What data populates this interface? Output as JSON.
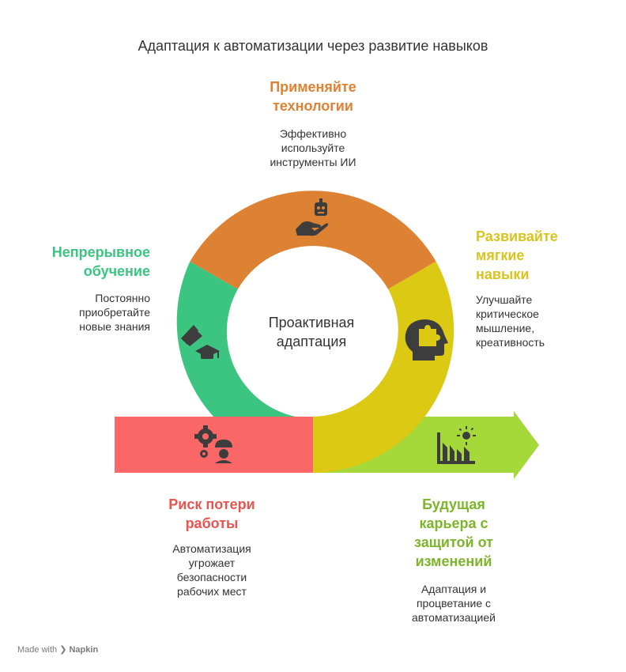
{
  "title": "Адаптация к автоматизации через развитие навыков",
  "center": "Проактивная\nадаптация",
  "colors": {
    "orange": "#DD8233",
    "yellow": "#DCC914",
    "green": "#3CC580",
    "red": "#FB6766",
    "lightgreen": "#A5D93A",
    "icon": "#3d3d3d"
  },
  "sections": {
    "tech": {
      "heading": "Применяйте\nтехнологии",
      "desc": "Эффективно\nиспользуйте\nинструменты ИИ",
      "icon": "robot-hand-icon"
    },
    "soft": {
      "heading": "Развивайте\nмягкие\nнавыки",
      "desc": "Улучшайте\nкритическое\nмышление,\nкреативность",
      "icon": "head-puzzle-icon"
    },
    "learning": {
      "heading": "Непрерывное\nобучение",
      "desc": "Постоянно\nприобретайте\nновые знания",
      "icon": "graduation-cap-icon"
    },
    "risk": {
      "heading": "Риск потери\nработы",
      "desc": "Автоматизация\nугрожает\nбезопасности\nрабочих мест",
      "icon": "gear-worker-icon"
    },
    "future": {
      "heading": "Будущая\nкарьера с\nзащитой от\nизменений",
      "desc": "Адаптация и\nпроцветание с\nавтоматизацией",
      "icon": "growth-sun-icon"
    }
  },
  "footer": {
    "made_with": "Made with",
    "brand": "Napkin"
  }
}
